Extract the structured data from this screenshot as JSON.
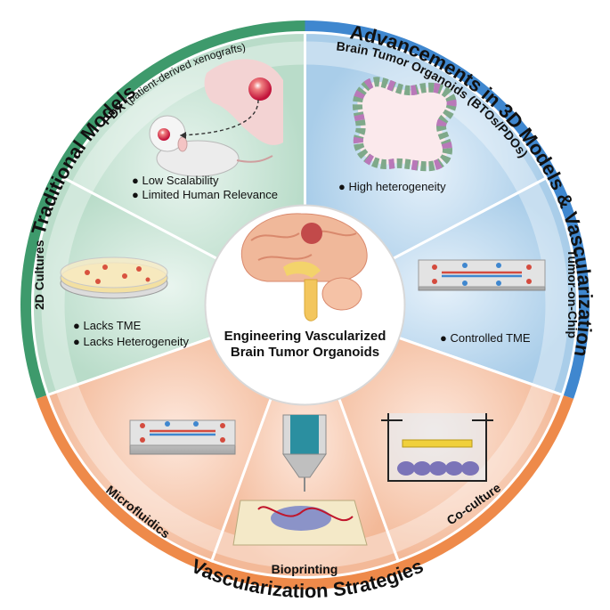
{
  "center": {
    "title_line1": "Engineering Vascularized",
    "title_line2": "Brain Tumor Organoids"
  },
  "outer_ring": {
    "traditional": "Traditional Models",
    "advancements": "Advancements in 3D Models & Vascularization",
    "vascularization": "Vascularization Strategies"
  },
  "segments": {
    "pdx": {
      "label_bold": "PDX",
      "label_rest": "(patient-derived xenografts)",
      "bullets": [
        "Low Scalability",
        "Limited Human Relevance"
      ]
    },
    "cultures_2d": {
      "label": "2D Cultures",
      "bullets": [
        "Lacks TME",
        "Lacks Heterogeneity"
      ]
    },
    "bto": {
      "label": "Brain Tumor Organoids (BTOs/PDOs)",
      "bullets": [
        "High heterogeneity"
      ]
    },
    "chip": {
      "label": "Tumor-on-Chip",
      "bullets": [
        "Controlled TME"
      ]
    },
    "microfluidics": {
      "label": "Microfluidics"
    },
    "bioprinting": {
      "label": "Bioprinting"
    },
    "coculture": {
      "label": "Co-culture"
    }
  },
  "colors": {
    "traditional_ring": "#3e9a6c",
    "traditional_fill": "#cfe8dd",
    "advancements_ring": "#3f87cf",
    "advancements_fill": "#cfe3f3",
    "vascular_ring": "#ee8a4a",
    "vascular_fill": "#f6c7ae"
  }
}
